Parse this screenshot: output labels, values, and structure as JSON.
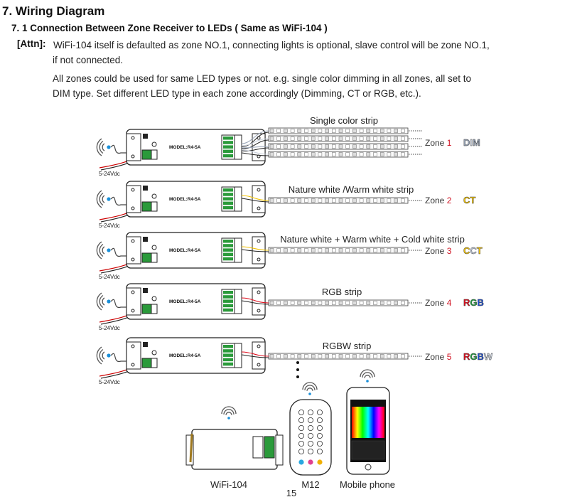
{
  "section_title": "7. Wiring Diagram",
  "subsection_title": "7. 1  Connection Between Zone Receiver to LEDs ( Same as WiFi-104 )",
  "attn_label": "[Attn]:",
  "attn_line1": "WiFi-104 itself is defaulted as zone NO.1, connecting lights is optional, slave control will be zone NO.1,",
  "attn_line2": "if not connected.",
  "para_line1": "All zones could be used for same LED types or not. e.g. single color dimming in all zones, all set to",
  "para_line2": "DIM type. Set different LED type in each zone accordingly (Dimming, CT or RGB, etc.).",
  "receiver_model": "MODEL:R4-5A",
  "power_label": "5-24Vdc",
  "zones": [
    {
      "strip": "Single color strip",
      "zone_word": "Zone",
      "zone_no": "1",
      "type": "DIM",
      "colors": [
        "#9aa6b8",
        "#c9d0dc"
      ]
    },
    {
      "strip": "Nature white /Warm white strip",
      "zone_word": "Zone",
      "zone_no": "2",
      "type": "CT",
      "colors": [
        "#f2c200",
        "#f2c200"
      ]
    },
    {
      "strip": "Nature white + Warm white + Cold white strip",
      "zone_word": "Zone",
      "zone_no": "3",
      "type": "CCT",
      "colors": [
        "#f0c000",
        "#c0c8d8"
      ]
    },
    {
      "strip": "RGB strip",
      "zone_word": "Zone",
      "zone_no": "4",
      "type": "RGB",
      "colors": [
        "#e01020",
        "#22a040",
        "#2050d0"
      ]
    },
    {
      "strip": "RGBW strip",
      "zone_word": "Zone",
      "zone_no": "5",
      "type": "RGBW",
      "colors": [
        "#e01020",
        "#22a040",
        "#2050d0",
        "#c9d0dc"
      ]
    }
  ],
  "devices": {
    "wifi": "WiFi-104",
    "remote": "M12",
    "phone": "Mobile phone"
  },
  "page_number": "15"
}
